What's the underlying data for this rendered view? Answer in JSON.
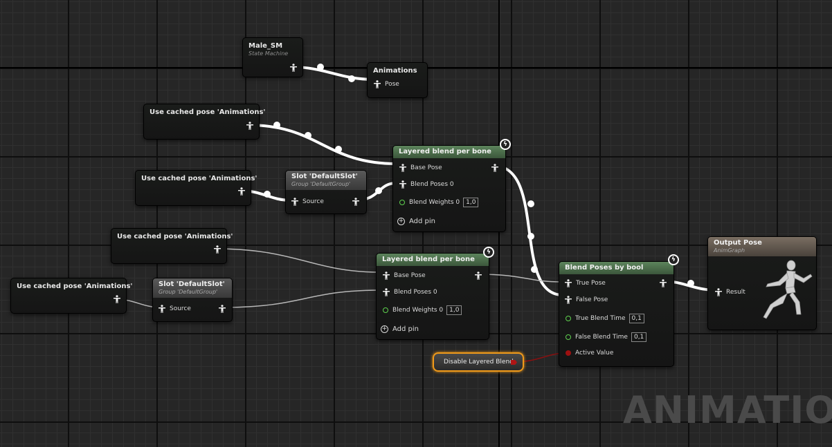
{
  "watermark": "ANIMATION",
  "nodes": {
    "male_sm": {
      "title": "Male_SM",
      "subtitle": "State Machine"
    },
    "animations": {
      "title": "Animations",
      "pin": "Pose"
    },
    "cached1": {
      "title": "Use cached pose 'Animations'"
    },
    "cached2": {
      "title": "Use cached pose 'Animations'"
    },
    "cached3": {
      "title": "Use cached pose 'Animations'"
    },
    "cached4": {
      "title": "Use cached pose 'Animations'"
    },
    "slot1": {
      "title": "Slot 'DefaultSlot'",
      "subtitle": "Group 'DefaultGroup'",
      "pin": "Source"
    },
    "slot2": {
      "title": "Slot 'DefaultSlot'",
      "subtitle": "Group 'DefaultGroup'",
      "pin": "Source"
    },
    "layered1": {
      "title": "Layered blend per bone",
      "base": "Base Pose",
      "blend": "Blend Poses 0",
      "weights": "Blend Weights 0",
      "weights_val": "1,0",
      "add": "Add pin"
    },
    "layered2": {
      "title": "Layered blend per bone",
      "base": "Base Pose",
      "blend": "Blend Poses 0",
      "weights": "Blend Weights 0",
      "weights_val": "1,0",
      "add": "Add pin"
    },
    "blend_bool": {
      "title": "Blend Poses by bool",
      "true_pose": "True Pose",
      "false_pose": "False Pose",
      "true_time": "True Blend Time",
      "true_time_val": "0,1",
      "false_time": "False Blend Time",
      "false_time_val": "0,1",
      "active": "Active Value"
    },
    "output": {
      "title": "Output Pose",
      "subtitle": "AnimGraph",
      "pin": "Result"
    },
    "variable": {
      "label": "Disable Layered Blend"
    }
  },
  "colors": {
    "accent_orange": "#f09a1a",
    "bool_red": "#b01515",
    "float_green": "#5fd24f",
    "header_green": "#4a6e49"
  }
}
